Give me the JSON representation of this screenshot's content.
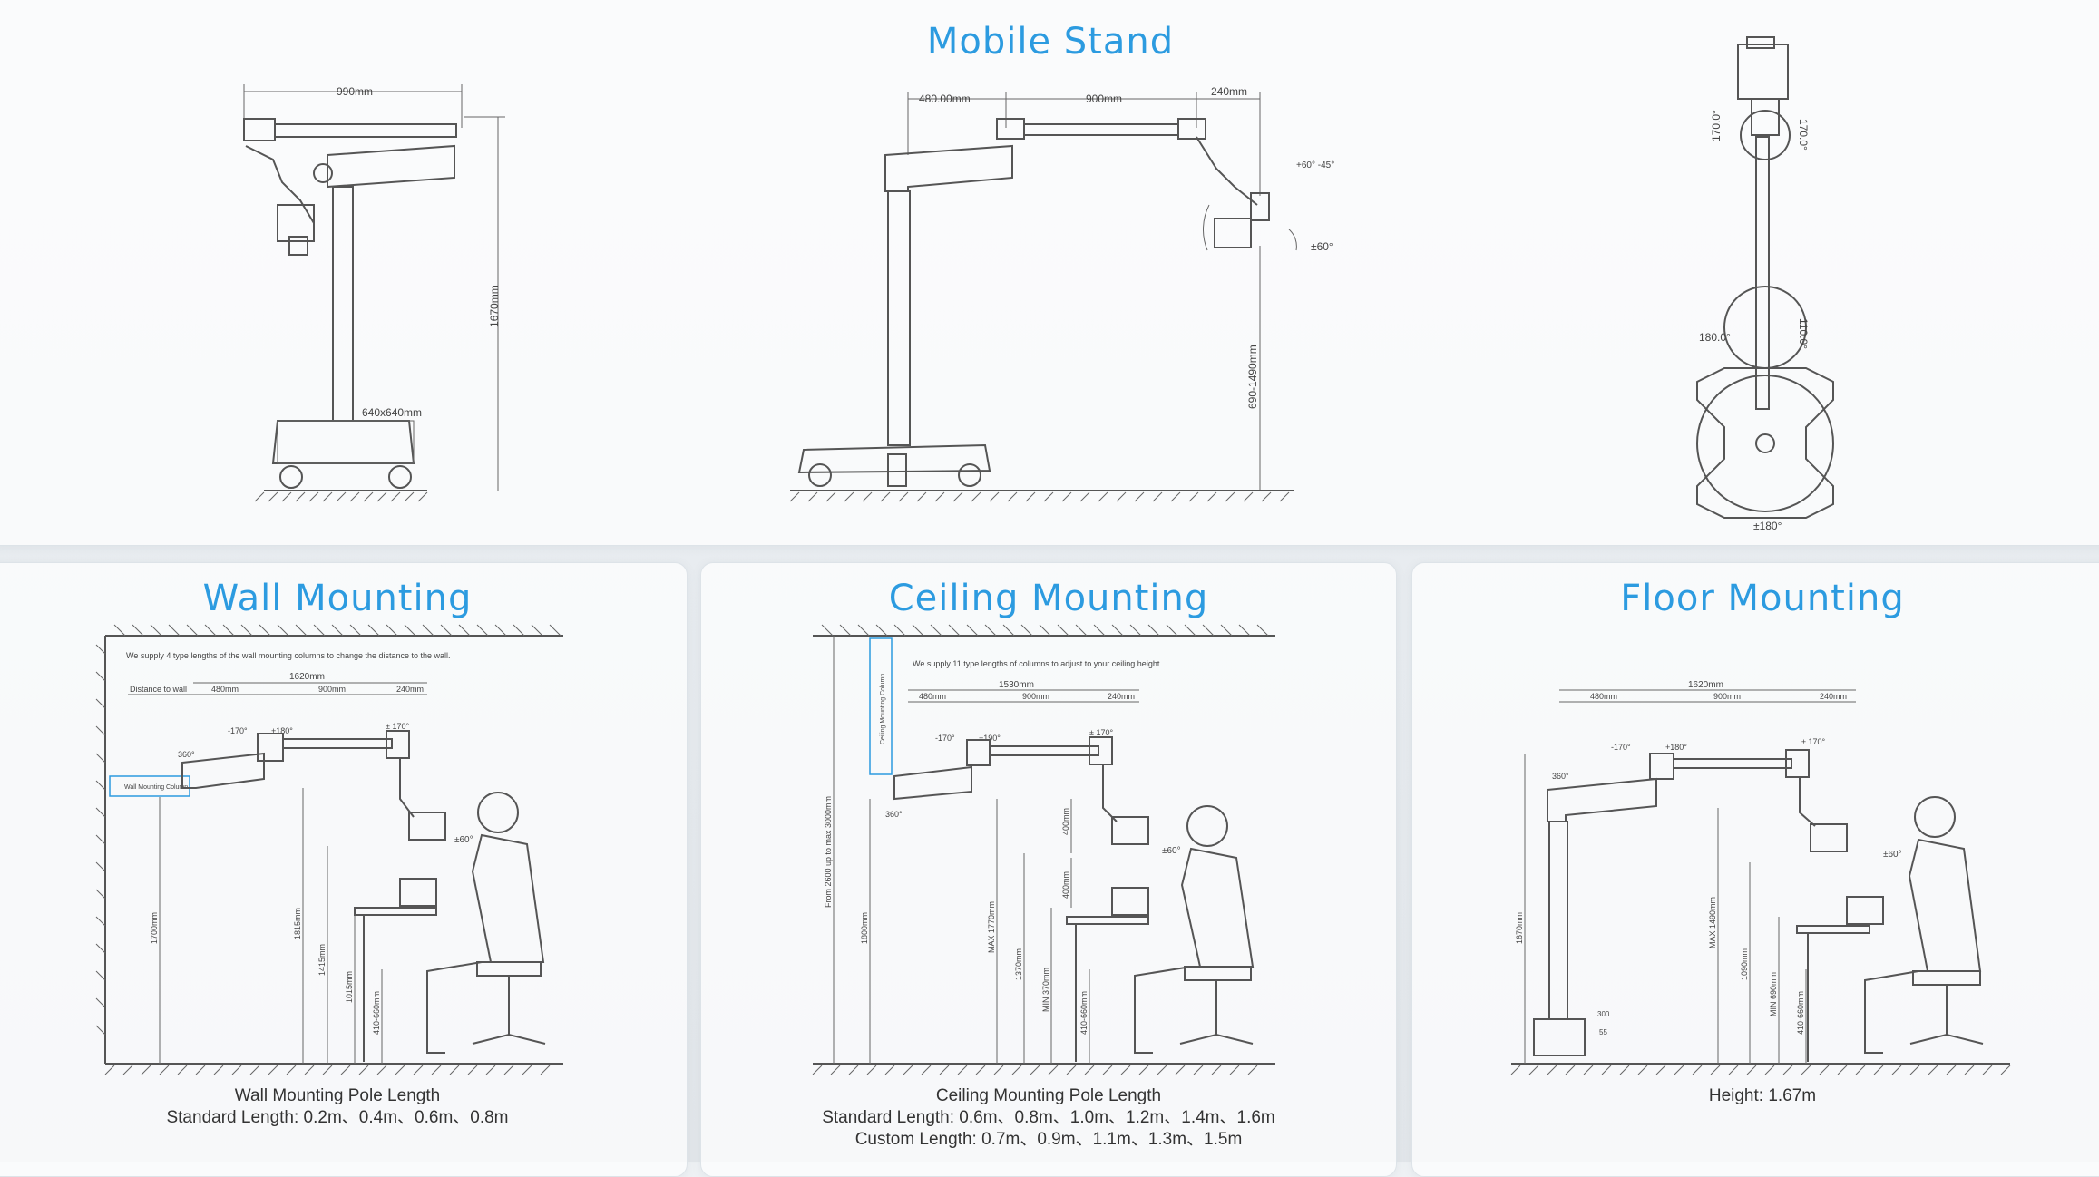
{
  "sections": {
    "mobile_stand": {
      "title": "Mobile Stand",
      "dims_side": {
        "width": "990mm",
        "height": "1670mm",
        "base": "640x640mm"
      },
      "dims_front": {
        "d1": "480.00mm",
        "d2": "900mm",
        "d3": "240mm",
        "height": "690-1490mm",
        "tilt": "+60°\n-45°",
        "rot": "±60°"
      },
      "dims_top": {
        "a1": "170.0°",
        "a2": "170.0°",
        "a3": "180.0°",
        "a4": "110.0°",
        "a5": "±180°"
      }
    },
    "wall_mounting": {
      "title": "Wall Mounting",
      "note": "We supply 4 type lengths of the wall mounting columns to change the distance to the wall.",
      "dims": {
        "total": "1620mm",
        "distance": "Distance to wall",
        "d1": "480mm",
        "d2": "900mm",
        "d3": "240mm",
        "h1": "1815mm",
        "h2": "1415mm",
        "h3": "1700mm",
        "h4": "1015mm",
        "h5": "410-660mm",
        "rot1": "-170°",
        "rot2": "+180°",
        "rot3": "± 170°",
        "rot4": "360°",
        "tilt": "±60°",
        "column": "Wall Mounting Column"
      },
      "caption_line1": "Wall Mounting Pole Length",
      "caption_line2": "Standard Length: 0.2m、0.4m、0.6m、0.8m"
    },
    "ceiling_mounting": {
      "title": "Ceiling Mounting",
      "note": "We supply 11 type lengths of columns to adjust to your ceiling height",
      "dims": {
        "total": "1530mm",
        "d1": "480mm",
        "d2": "900mm",
        "d3": "240mm",
        "h1": "From 2600 up to max 3000mm",
        "h2": "1800mm",
        "h3": "MAX 1770mm",
        "h4": "1370mm",
        "h5": "MIN 370mm",
        "h6": "400mm",
        "h7": "400mm",
        "h8": "410-660mm",
        "rot1": "-170°",
        "rot2": "+190°",
        "rot3": "± 170°",
        "rot4": "360°",
        "tilt": "±60°",
        "column": "Ceiling Mounting Column"
      },
      "caption_line1": "Ceiling Mounting Pole Length",
      "caption_line2": "Standard Length: 0.6m、0.8m、1.0m、1.2m、1.4m、1.6m",
      "caption_line3": "Custom Length: 0.7m、0.9m、1.1m、1.3m、1.5m"
    },
    "floor_mounting": {
      "title": "Floor Mounting",
      "dims": {
        "total": "1620mm",
        "d1": "480mm",
        "d2": "900mm",
        "d3": "240mm",
        "h1": "1670mm",
        "h2": "MAX 1490mm",
        "h3": "1090mm",
        "h4": "MIN 690mm",
        "h5": "410-660mm",
        "base1": "300",
        "base2": "55",
        "rot1": "-170°",
        "rot2": "+180°",
        "rot3": "± 170°",
        "rot4": "360°",
        "tilt": "±60°"
      },
      "caption_line1": "Height: 1.67m"
    }
  }
}
